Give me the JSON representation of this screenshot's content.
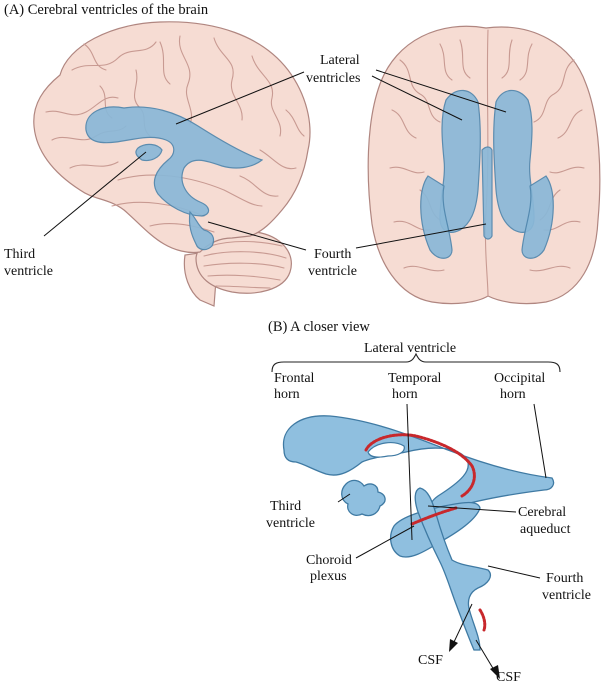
{
  "panel_a": {
    "heading": "(A)  Cerebral ventricles of the brain",
    "lateral_ventricles_line1": "Lateral",
    "lateral_ventricles_line2": "ventricles",
    "third_ventricle_line1": "Third",
    "third_ventricle_line2": "ventricle",
    "fourth_ventricle_line1": "Fourth",
    "fourth_ventricle_line2": "ventricle"
  },
  "panel_b": {
    "heading": "(B)  A closer view",
    "lateral_ventricle": "Lateral ventricle",
    "frontal_horn_line1": "Frontal",
    "frontal_horn_line2": "horn",
    "temporal_horn_line1": "Temporal",
    "temporal_horn_line2": "horn",
    "occipital_horn_line1": "Occipital",
    "occipital_horn_line2": "horn",
    "third_ventricle_line1": "Third",
    "third_ventricle_line2": "ventricle",
    "cerebral_aqueduct_line1": "Cerebral",
    "cerebral_aqueduct_line2": "aqueduct",
    "choroid_plexus_line1": "Choroid",
    "choroid_plexus_line2": "plexus",
    "fourth_ventricle_line1": "Fourth",
    "fourth_ventricle_line2": "ventricle",
    "csf_left": "CSF",
    "csf_bottom": "CSF"
  },
  "colors": {
    "ventricle_fill": "#8ab8d8",
    "brain_tissue": "#f6dcd3",
    "choroid_plexus": "#c8282c"
  }
}
